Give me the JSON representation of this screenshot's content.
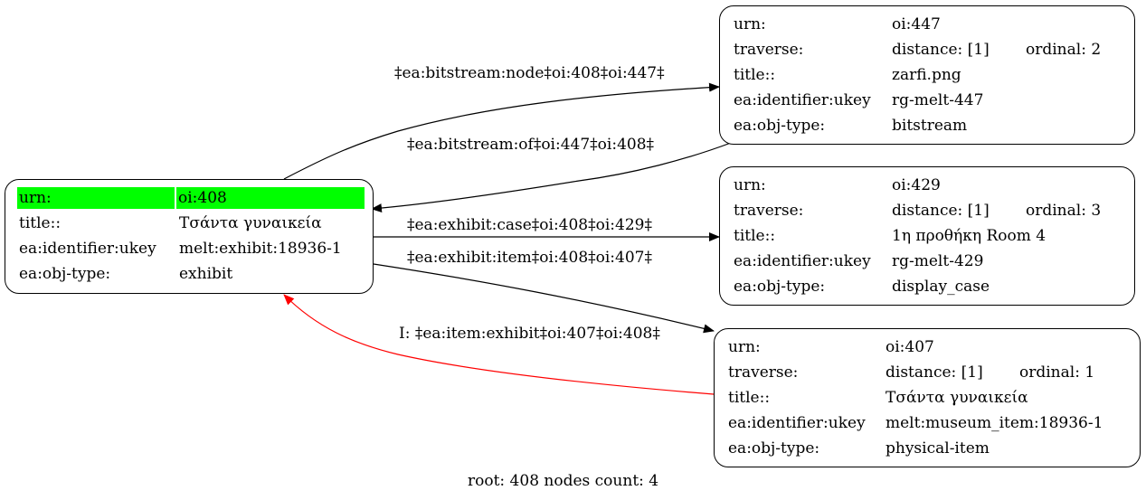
{
  "graph": {
    "nodes": {
      "n408": {
        "urn_key": "urn:",
        "urn": "oi:408",
        "title_key": "title::",
        "title": "Τσάντα γυναικεία",
        "ukey_key": "ea:identifier:ukey",
        "ukey": "melt:exhibit:18936-1",
        "type_key": "ea:obj-type:",
        "type": "exhibit",
        "highlight_color": "#00ff00"
      },
      "n447": {
        "urn_key": "urn:",
        "urn": "oi:447",
        "traverse_key": "traverse:",
        "distance": "distance: [1]",
        "ordinal": "ordinal: 2",
        "title_key": "title::",
        "title": "zarfi.png",
        "ukey_key": "ea:identifier:ukey",
        "ukey": "rg-melt-447",
        "type_key": "ea:obj-type:",
        "type": "bitstream"
      },
      "n429": {
        "urn_key": "urn:",
        "urn": "oi:429",
        "traverse_key": "traverse:",
        "distance": "distance: [1]",
        "ordinal": "ordinal: 3",
        "title_key": "title::",
        "title": "1η προθήκη Room 4",
        "ukey_key": "ea:identifier:ukey",
        "ukey": "rg-melt-429",
        "type_key": "ea:obj-type:",
        "type": "display_case"
      },
      "n407": {
        "urn_key": "urn:",
        "urn": "oi:407",
        "traverse_key": "traverse:",
        "distance": "distance: [1]",
        "ordinal": "ordinal: 1",
        "title_key": "title::",
        "title": "Τσάντα γυναικεία",
        "ukey_key": "ea:identifier:ukey",
        "ukey": "melt:museum_item:18936-1",
        "type_key": "ea:obj-type:",
        "type": "physical-item"
      }
    },
    "edges": {
      "e408_447": "‡ea:bitstream:node‡oi:408‡oi:447‡",
      "e447_408": "‡ea:bitstream:of‡oi:447‡oi:408‡",
      "e408_429": "‡ea:exhibit:case‡oi:408‡oi:429‡",
      "e408_407": "‡ea:exhibit:item‡oi:408‡oi:407‡",
      "e407_408": "I: ‡ea:item:exhibit‡oi:407‡oi:408‡"
    },
    "inverse_edge_color": "#ff0000",
    "edge_color": "#000000",
    "footer": "root: 408 nodes count: 4"
  }
}
